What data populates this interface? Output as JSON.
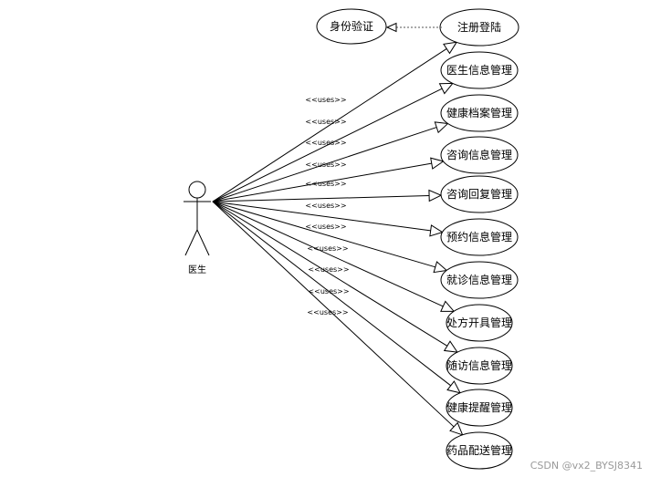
{
  "actor": {
    "label": "医生"
  },
  "stereotype": "<<uses>>",
  "include_usecase": {
    "label": "身份验证"
  },
  "usecases": [
    {
      "label": "注册登陆"
    },
    {
      "label": "医生信息管理"
    },
    {
      "label": "健康档案管理"
    },
    {
      "label": "咨询信息管理"
    },
    {
      "label": "咨询回复管理"
    },
    {
      "label": "预约信息管理"
    },
    {
      "label": "就诊信息管理"
    },
    {
      "label": "处方开具管理"
    },
    {
      "label": "随访信息管理"
    },
    {
      "label": "健康提醒管理"
    },
    {
      "label": "药品配送管理"
    }
  ],
  "watermark": "CSDN @vx2_BYSJ8341"
}
